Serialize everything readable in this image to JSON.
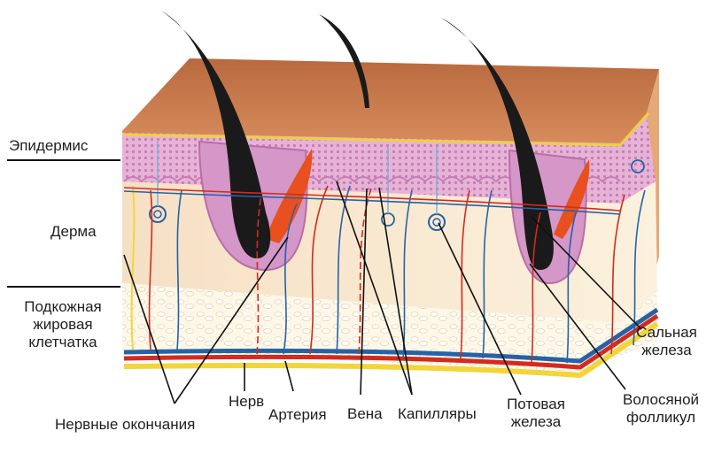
{
  "labels": {
    "epidermis": "Эпидермис",
    "dermis": "Дерма",
    "subcutaneous": [
      "Подкожная",
      "жировая",
      "клетчатка"
    ],
    "sebaceous_gland": [
      "Сальная",
      "железа"
    ],
    "hair_follicle": [
      "Волосяной",
      "фолликул"
    ],
    "sweat_gland": [
      "Потовая",
      "железа"
    ],
    "capillaries": "Капилляры",
    "vein": "Вена",
    "artery": "Артерия",
    "nerve": "Нерв",
    "nerve_endings": "Нервные окончания"
  },
  "colors": {
    "skin_surface": "#c77a4c",
    "epidermis": "#e7b9d9",
    "dermis": "#fbeed8",
    "subcutaneous": "#fdf6e6",
    "follicle": "#d596c8",
    "artery": "#d42a1f",
    "vein": "#2563a6",
    "nerve": "#f2d53b",
    "sebaceous": "#e8501e",
    "hair": "#1a1a1a"
  }
}
